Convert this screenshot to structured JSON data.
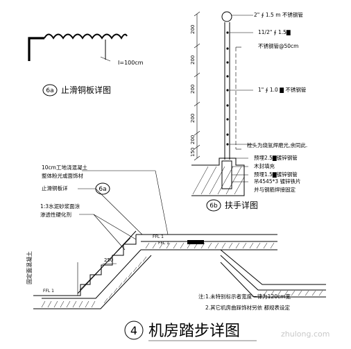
{
  "detail_6a": {
    "dimension": "I=100cm",
    "number": "6a",
    "title": "止滑铜板详图"
  },
  "detail_6b": {
    "number": "6b",
    "title": "扶手详图",
    "dims": [
      "200",
      "200",
      "200",
      "200",
      "200",
      "150"
    ],
    "callouts": [
      "2\" ∮ 1.5 m 不锈钢管",
      "11/2\" ∮ 1.5▇",
      "不锈钢管@50cm",
      "1\" ∮ 1.0 ▇ 不锈钢管",
      "栓头为烧氩焊磨光,余同此.",
      "预埋2.5▇镀锌钢管",
      "木封填充",
      "预埋1.5▇镀锌钢管",
      "吊4545*3 镀锌铁片",
      "并与钢筋焊接固定"
    ]
  },
  "stair": {
    "callouts": [
      "10cm工地浇混凝土",
      "整体粉光或面饰材",
      "止滑铜板详",
      "1:3水泥砂浆面涂",
      "渗透性硬化剂"
    ],
    "ref_6a": "6a",
    "step_dim": "250",
    "vertical_label": "固定面混凝土",
    "fl_label_1": "FFL 1",
    "fl_label_2": "FFL 1",
    "fl_label_3": "FFL 1"
  },
  "notes": [
    "注:1.未特别标示者宽度一律为120cm宽",
    "2.其它机房曲踩饰材另依 都规表设定"
  ],
  "main_title": {
    "number": "4",
    "text": "机房踏步详图"
  },
  "watermark": "zhulong.com"
}
